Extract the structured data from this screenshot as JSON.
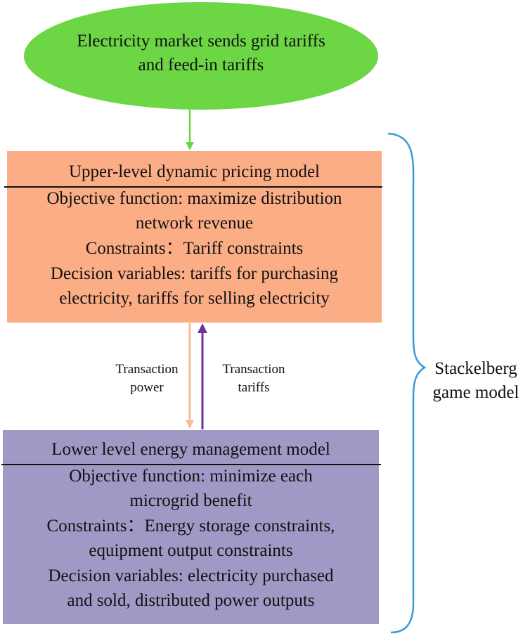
{
  "top_node": {
    "lines": [
      "Electricity market sends grid tariffs",
      "and feed-in tariffs"
    ],
    "color": "#6dd645"
  },
  "upper_model": {
    "title": "Upper-level dynamic pricing model",
    "lines": [
      "Objective function: maximize distribution",
      "network revenue",
      "Constraints：Tariff constraints",
      "Decision variables: tariffs for purchasing",
      "electricity, tariffs for selling electricity"
    ],
    "color": "#fbad86"
  },
  "lower_model": {
    "title": "Lower level energy management model",
    "lines": [
      "Objective function: minimize each",
      "microgrid benefit",
      "Constraints：Energy storage constraints,",
      "equipment output constraints",
      "Decision variables: electricity purchased",
      "and sold, distributed power outputs"
    ],
    "color": "#a298c5"
  },
  "flows": {
    "power": {
      "lines": [
        "Transaction",
        "power"
      ],
      "color": "#f9bb96"
    },
    "tariffs": {
      "lines": [
        "Transaction",
        "tariffs"
      ],
      "color": "#7030a0"
    },
    "market_arrow_color": "#6dd645"
  },
  "game": {
    "lines": [
      "Stackelberg",
      "game model"
    ],
    "brace_color": "#3a9ad9"
  }
}
